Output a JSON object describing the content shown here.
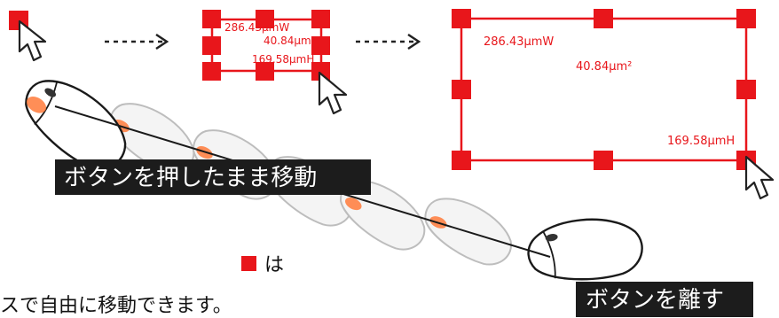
{
  "measurements": {
    "power": "286.43μmW",
    "area": "40.84μm²",
    "inductance": "169.58μmH"
  },
  "labels": {
    "drag": "ボタンを押したまま移動",
    "release": "ボタンを離す"
  },
  "note": {
    "line1": "は",
    "line2": "スで自由に移動できます。"
  },
  "colors": {
    "handle": "#e8161b",
    "label_bg": "#1c1c1c"
  },
  "icons": [
    "cursor-arrow-icon",
    "mouse-icon",
    "dashed-arrow-icon"
  ]
}
